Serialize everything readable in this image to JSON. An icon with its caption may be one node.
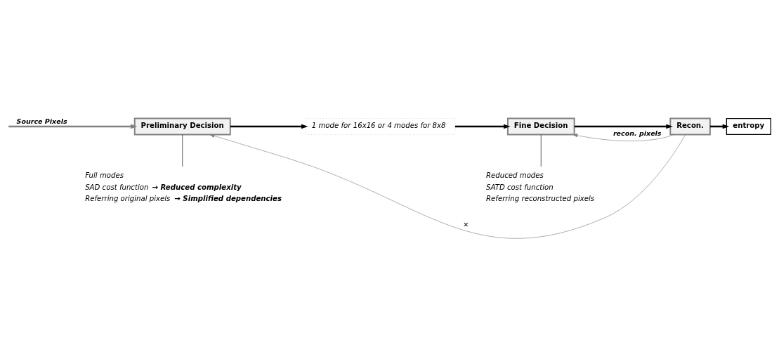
{
  "diagram": {
    "nodes": [
      {
        "text": [
          "Preliminary Decision"
        ]
      },
      {
        "text": [
          "1 mode for 16x16 or 4 modes for 8x8"
        ]
      },
      {
        "text": [
          "Fine Decision"
        ]
      },
      {
        "text": [
          "Recon."
        ]
      },
      {
        "text": [
          "entropy"
        ]
      },
      {
        "text": [
          "Full modes",
          "SAD cost function **→ Reduced complexity**",
          "Referring original pixels **→ Simplified dependencies**"
        ]
      },
      {
        "text": [
          "Reduced modes",
          "SATD cost function",
          "Referring reconstructed pixels"
        ]
      }
    ],
    "edges": [
      {
        "from": null,
        "to": 0,
        "arrow": "to",
        "label": "Source Pixels",
        "color": "#808080"
      },
      {
        "from": 0,
        "to": 1,
        "arrow": "to"
      },
      {
        "from": 1,
        "to": 2,
        "arrow": "to"
      },
      {
        "from": 2,
        "to": 3,
        "arrow": "to"
      },
      {
        "from": 3,
        "to": 4,
        "arrow": "to"
      },
      {
        "from": 3,
        "to": 2,
        "arrow": "to",
        "label": "recon. pixels",
        "color": "#808080"
      },
      {
        "from": 3,
        "to": 0,
        "arrow": "to",
        "label": "✕",
        "color": "#808080"
      },
      {
        "from": 0,
        "to": 5,
        "arrow": "none"
      },
      {
        "from": 2,
        "to": 6,
        "arrow": "none"
      }
    ]
  }
}
